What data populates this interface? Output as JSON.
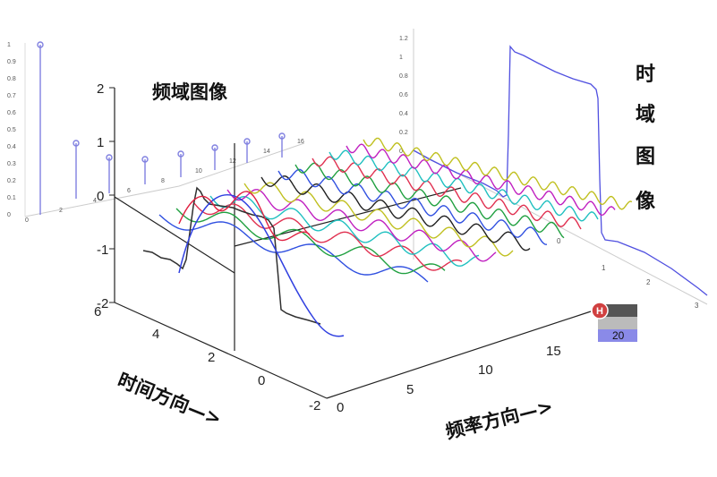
{
  "labels": {
    "freq_image": "频域图像",
    "time_image": [
      "时",
      "域",
      "图",
      "像"
    ],
    "time_direction": "时间方向—>",
    "freq_direction": "频率方向—>",
    "badge_letter": "H",
    "badge_value": "20"
  },
  "axes": {
    "z_ticks": [
      "2",
      "1",
      "0",
      "-1",
      "-2"
    ],
    "time_ticks": [
      "6",
      "4",
      "2",
      "0",
      "-2"
    ],
    "freq_ticks": [
      "0",
      "5",
      "10",
      "15"
    ],
    "left_inset_y": [
      "1",
      "0.9",
      "0.8",
      "0.7",
      "0.6",
      "0.5",
      "0.4",
      "0.3",
      "0.2",
      "0.1",
      "0"
    ],
    "left_inset_x": [
      "0",
      "2",
      "4",
      "6",
      "8",
      "10",
      "12",
      "14",
      "16"
    ],
    "right_inset_y": [
      "1.2",
      "1",
      "0.8",
      "0.6",
      "0.4",
      "0.2",
      "0"
    ],
    "right_inset_x": [
      "0",
      "1",
      "2",
      "3"
    ]
  },
  "colors": {
    "accent_blue": "#4040d0",
    "badge_red": "#d04040",
    "sine_palette": [
      "#3050e0",
      "#20a040",
      "#e03050",
      "#20c0c0",
      "#c020c0",
      "#c0c020",
      "#202020"
    ]
  }
}
